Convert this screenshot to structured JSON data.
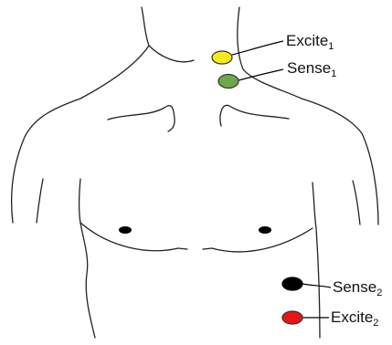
{
  "electrodes": [
    {
      "id": "excite-1",
      "label": "Excite",
      "subscript": "1",
      "color": "#f5ea1c"
    },
    {
      "id": "sense-1",
      "label": "Sense",
      "subscript": "1",
      "color": "#6fa84a"
    },
    {
      "id": "sense-2",
      "label": "Sense",
      "subscript": "2",
      "color": "#000000"
    },
    {
      "id": "excite-2",
      "label": "Excite",
      "subscript": "2",
      "color": "#e8141a"
    }
  ],
  "icons": {
    "torso": "torso-outline-icon",
    "nipple": "nipple-icon"
  }
}
